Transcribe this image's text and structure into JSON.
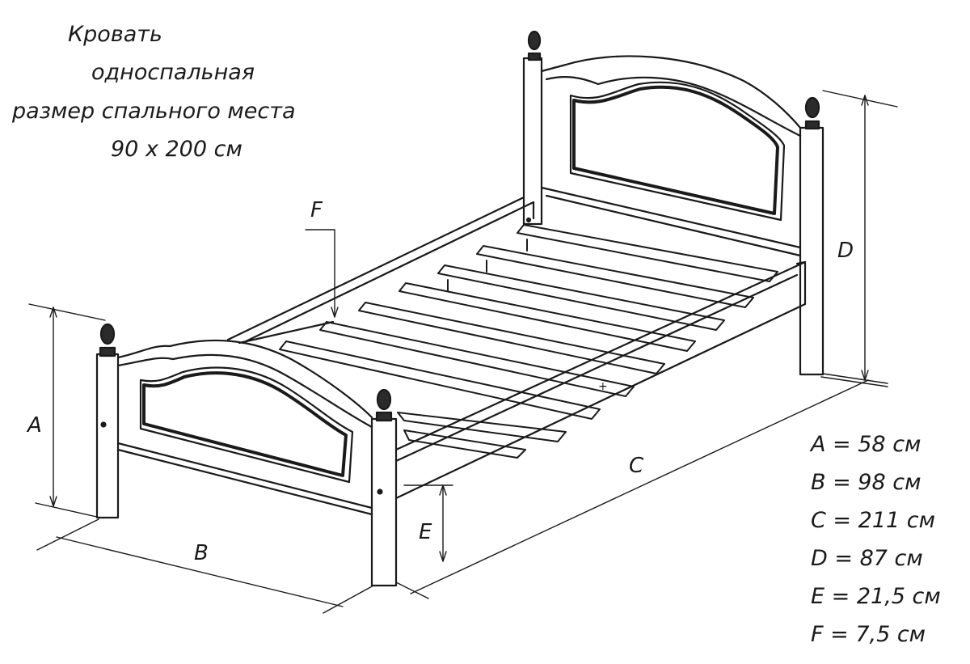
{
  "title": {
    "line1": "Кровать",
    "line2": "односпальная",
    "line3": "размер спального места",
    "line4": "90 х 200 см"
  },
  "labels": {
    "A": "A",
    "B": "B",
    "C": "C",
    "D": "D",
    "E": "E",
    "F": "F"
  },
  "dimensions": [
    "A = 58 см",
    "B = 98 см",
    "C = 211 см",
    "D = 87 см",
    "E = 21,5 см",
    "F = 7,5 см"
  ],
  "colors": {
    "line": "#1a1a1a",
    "background": "#ffffff",
    "finial": "#2b2b2b"
  }
}
